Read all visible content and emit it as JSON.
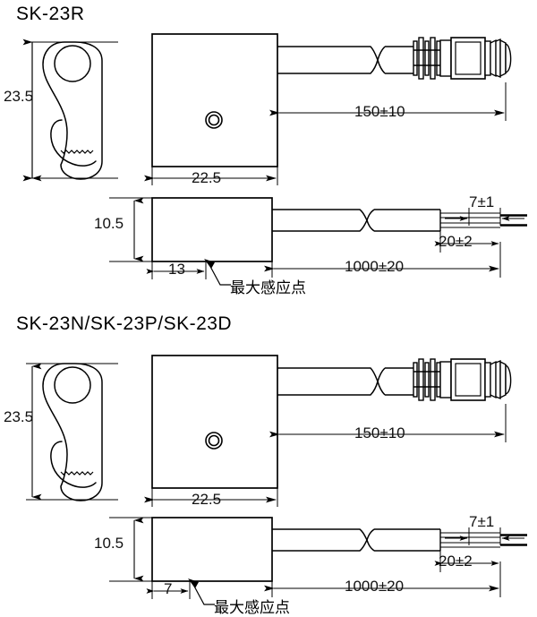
{
  "drawing": {
    "background": "#ffffff",
    "line_color": "#000000",
    "sections": [
      {
        "id": "sk-23r",
        "title": "SK-23R",
        "hook": {
          "height_label": "23.5"
        },
        "front_view": {
          "width_label": "22.5",
          "led": "indicator-led"
        },
        "cable": {
          "length_label": "150±10",
          "terminal": "m8-connector"
        },
        "side_view": {
          "height_label": "10.5",
          "sensing_point_offset_label": "13",
          "annotation": "最大感应点",
          "cable_length_label": "1000±20",
          "strip_outer_label": "20±2",
          "strip_inner_label": "7±1"
        }
      },
      {
        "id": "sk-23n-p-d",
        "title": "SK-23N/SK-23P/SK-23D",
        "hook": {
          "height_label": "23.5"
        },
        "front_view": {
          "width_label": "22.5",
          "led": "indicator-led"
        },
        "cable": {
          "length_label": "150±10",
          "terminal": "m8-connector"
        },
        "side_view": {
          "height_label": "10.5",
          "sensing_point_offset_label": "7",
          "annotation": "最大感应点",
          "cable_length_label": "1000±20",
          "strip_outer_label": "20±2",
          "strip_inner_label": "7±1"
        }
      }
    ]
  }
}
